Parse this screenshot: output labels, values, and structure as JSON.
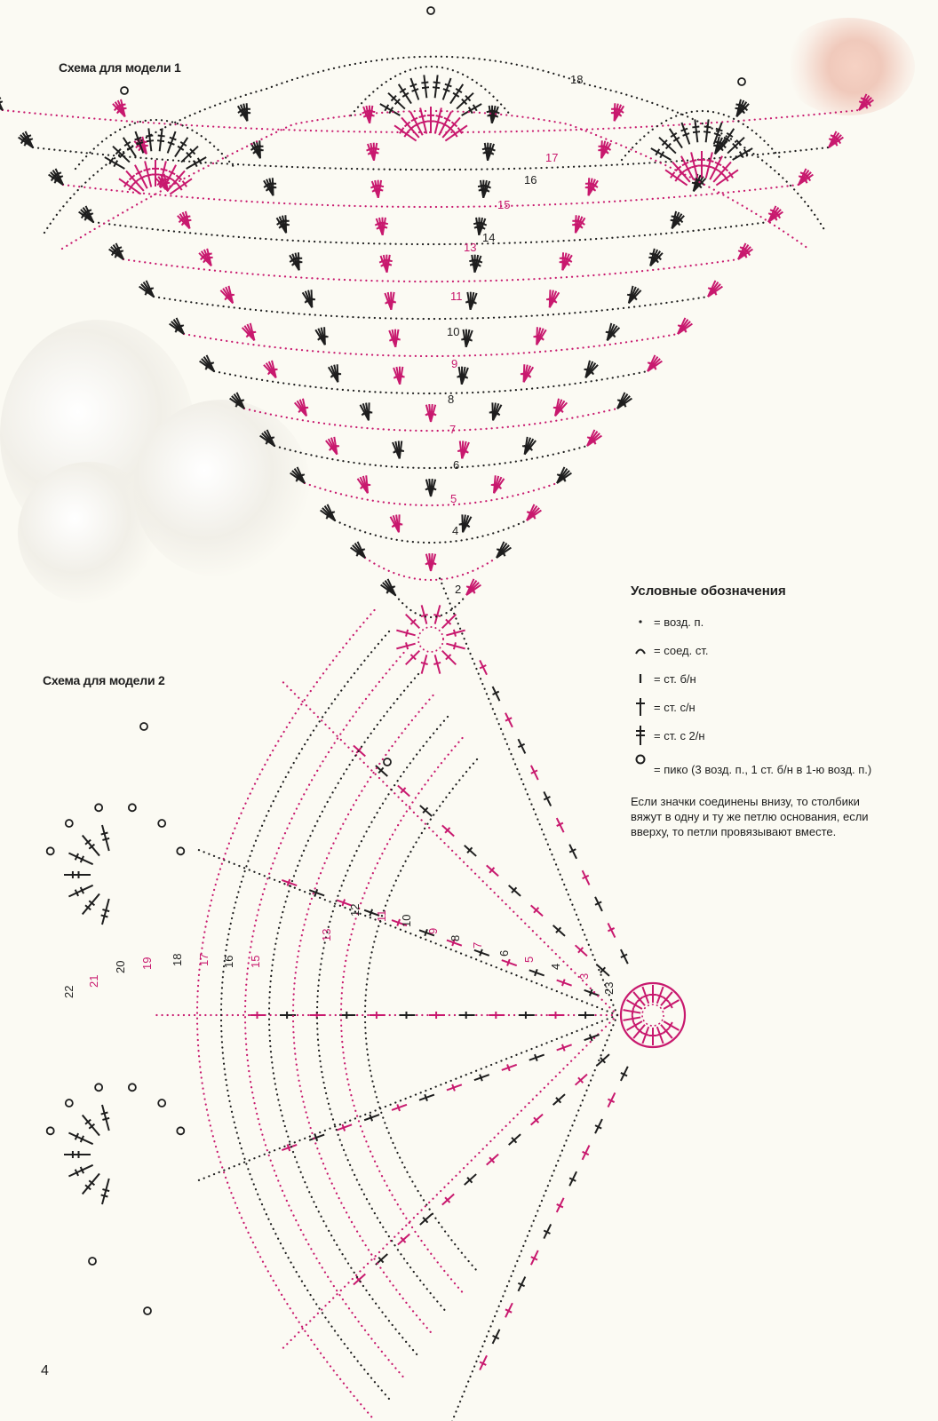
{
  "titles": {
    "model1": "Схема для модели 1",
    "model2": "Схема для модели 2"
  },
  "legend": {
    "heading": "Условные обозначения",
    "items": [
      {
        "icon": "chain-dot",
        "text": "= возд. п."
      },
      {
        "icon": "slip-arc",
        "text": "= соед. ст."
      },
      {
        "icon": "sc-bar",
        "text": "= ст. б/н"
      },
      {
        "icon": "dc-cross",
        "text": "= ст. с/н"
      },
      {
        "icon": "tr-cross",
        "text": "= ст. с 2/н"
      },
      {
        "icon": "picot-ring",
        "text": "= пико (3 возд. п., 1 ст. б/н в 1-ю возд. п.)"
      }
    ],
    "note": "Если значки соединены внизу, то столбики вяжут в одну и ту же петлю основания, если вверху, то петли провязывают вместе."
  },
  "diagram1_round_labels": [
    "2",
    "4",
    "5",
    "6",
    "7",
    "8",
    "9",
    "10",
    "11",
    "13",
    "14",
    "15",
    "16",
    "17",
    "18"
  ],
  "diagram2_round_labels": [
    "3",
    "4",
    "5",
    "6",
    "7",
    "8",
    "9",
    "10",
    "11",
    "12",
    "13",
    "15",
    "16",
    "17",
    "18",
    "19",
    "20",
    "21",
    "22",
    "23"
  ],
  "page_number": "4",
  "colors": {
    "pink": "#c8196e",
    "black": "#1e1e1e",
    "background": "#fbfaf3",
    "rose": "#f0c9bb"
  }
}
